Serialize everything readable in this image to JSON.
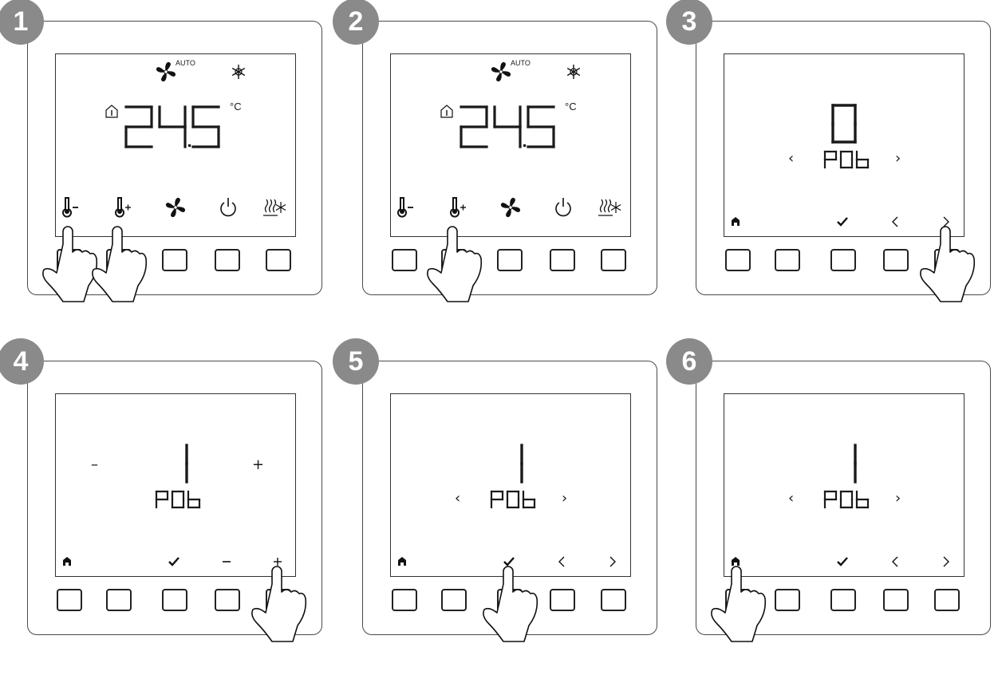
{
  "steps": [
    {
      "number": "1",
      "screen": "home",
      "pressed": [
        0,
        1
      ],
      "temperature": "24.5",
      "unit": "°C",
      "fan_label": "AUTO",
      "softkeys": [
        "thermometer-minus",
        "thermometer-plus",
        "fan",
        "power",
        "heat-cool"
      ]
    },
    {
      "number": "2",
      "screen": "home",
      "pressed": [
        1
      ],
      "temperature": "24.5",
      "unit": "°C",
      "fan_label": "AUTO",
      "softkeys": [
        "thermometer-minus",
        "thermometer-plus",
        "fan",
        "power",
        "heat-cool"
      ]
    },
    {
      "number": "3",
      "screen": "param",
      "pressed": [
        4
      ],
      "value": "0",
      "param": "P0b",
      "side_left": "‹",
      "side_right": "›",
      "softkeys": [
        "home",
        "check",
        "left",
        "right"
      ]
    },
    {
      "number": "4",
      "screen": "param",
      "pressed": [
        4
      ],
      "value": "1",
      "param": "P0b",
      "side_left": "–",
      "side_right": "+",
      "softkeys": [
        "home",
        "check",
        "minus",
        "plus"
      ]
    },
    {
      "number": "5",
      "screen": "param",
      "pressed": [
        2
      ],
      "value": "1",
      "param": "P0b",
      "side_left": "‹",
      "side_right": "›",
      "softkeys": [
        "home",
        "check",
        "left",
        "right"
      ]
    },
    {
      "number": "6",
      "screen": "param",
      "pressed": [
        0
      ],
      "value": "1",
      "param": "P0b",
      "side_left": "‹",
      "side_right": "›",
      "softkeys": [
        "home",
        "check",
        "left",
        "right"
      ]
    }
  ]
}
